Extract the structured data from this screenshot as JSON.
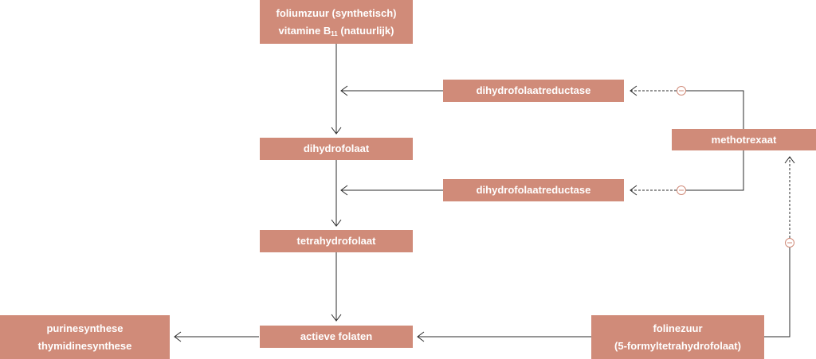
{
  "colors": {
    "box_fill": "#D08B79",
    "box_text": "#FFFFFF",
    "arrow": "#2B2B2B",
    "inhibitor": "#D08B79"
  },
  "nodes": {
    "folic": {
      "line1": "foliumzuur (synthetisch)",
      "line2_prefix": "vitamine B",
      "line2_sub": "11",
      "line2_suffix": " (natuurlijk)"
    },
    "dhfr1": "dihydrofolaatreductase",
    "dhf": "dihydrofolaat",
    "dhfr2": "dihydrofolaatreductase",
    "methotrexate": "methotrexaat",
    "thf": "tetrahydrofolaat",
    "active": "actieve folaten",
    "purine": {
      "line1": "purinesynthese",
      "line2": "thymidinesynthese"
    },
    "folinic": {
      "line1": "folinezuur",
      "line2": "(5-formyltetrahydrofolaat)"
    }
  },
  "edges": [
    {
      "from": "folic",
      "to": "dhf",
      "type": "conversion"
    },
    {
      "from": "dhfr1",
      "to": "folic-dhf-step",
      "type": "enzyme"
    },
    {
      "from": "dhf",
      "to": "thf",
      "type": "conversion"
    },
    {
      "from": "dhfr2",
      "to": "dhf-thf-step",
      "type": "enzyme"
    },
    {
      "from": "thf",
      "to": "active",
      "type": "conversion"
    },
    {
      "from": "active",
      "to": "purine",
      "type": "conversion"
    },
    {
      "from": "folinic",
      "to": "active",
      "type": "conversion"
    },
    {
      "from": "methotrexate",
      "to": "dhfr1",
      "type": "inhibition"
    },
    {
      "from": "methotrexate",
      "to": "dhfr2",
      "type": "inhibition"
    },
    {
      "from": "folinic",
      "to": "methotrexate",
      "type": "inhibition"
    }
  ]
}
